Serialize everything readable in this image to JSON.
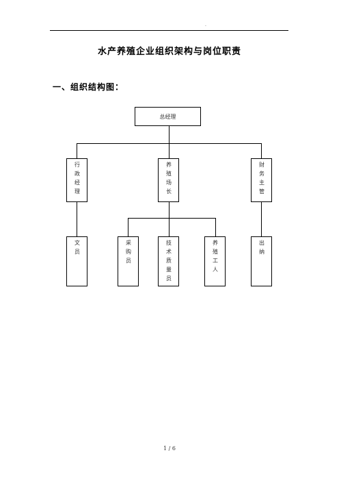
{
  "header": {
    "mark": "."
  },
  "document": {
    "title": "水产养殖企业组织架构与岗位职责",
    "section_heading": "一、组织结构图："
  },
  "org_chart": {
    "root": "总经理",
    "level1": [
      "行政经理",
      "养殖场长",
      "财务主管"
    ],
    "level2": [
      "文员",
      "采购员",
      "技术质量员",
      "养殖工人",
      "出纳"
    ]
  },
  "footer": {
    "page_label": "1 / 6"
  }
}
